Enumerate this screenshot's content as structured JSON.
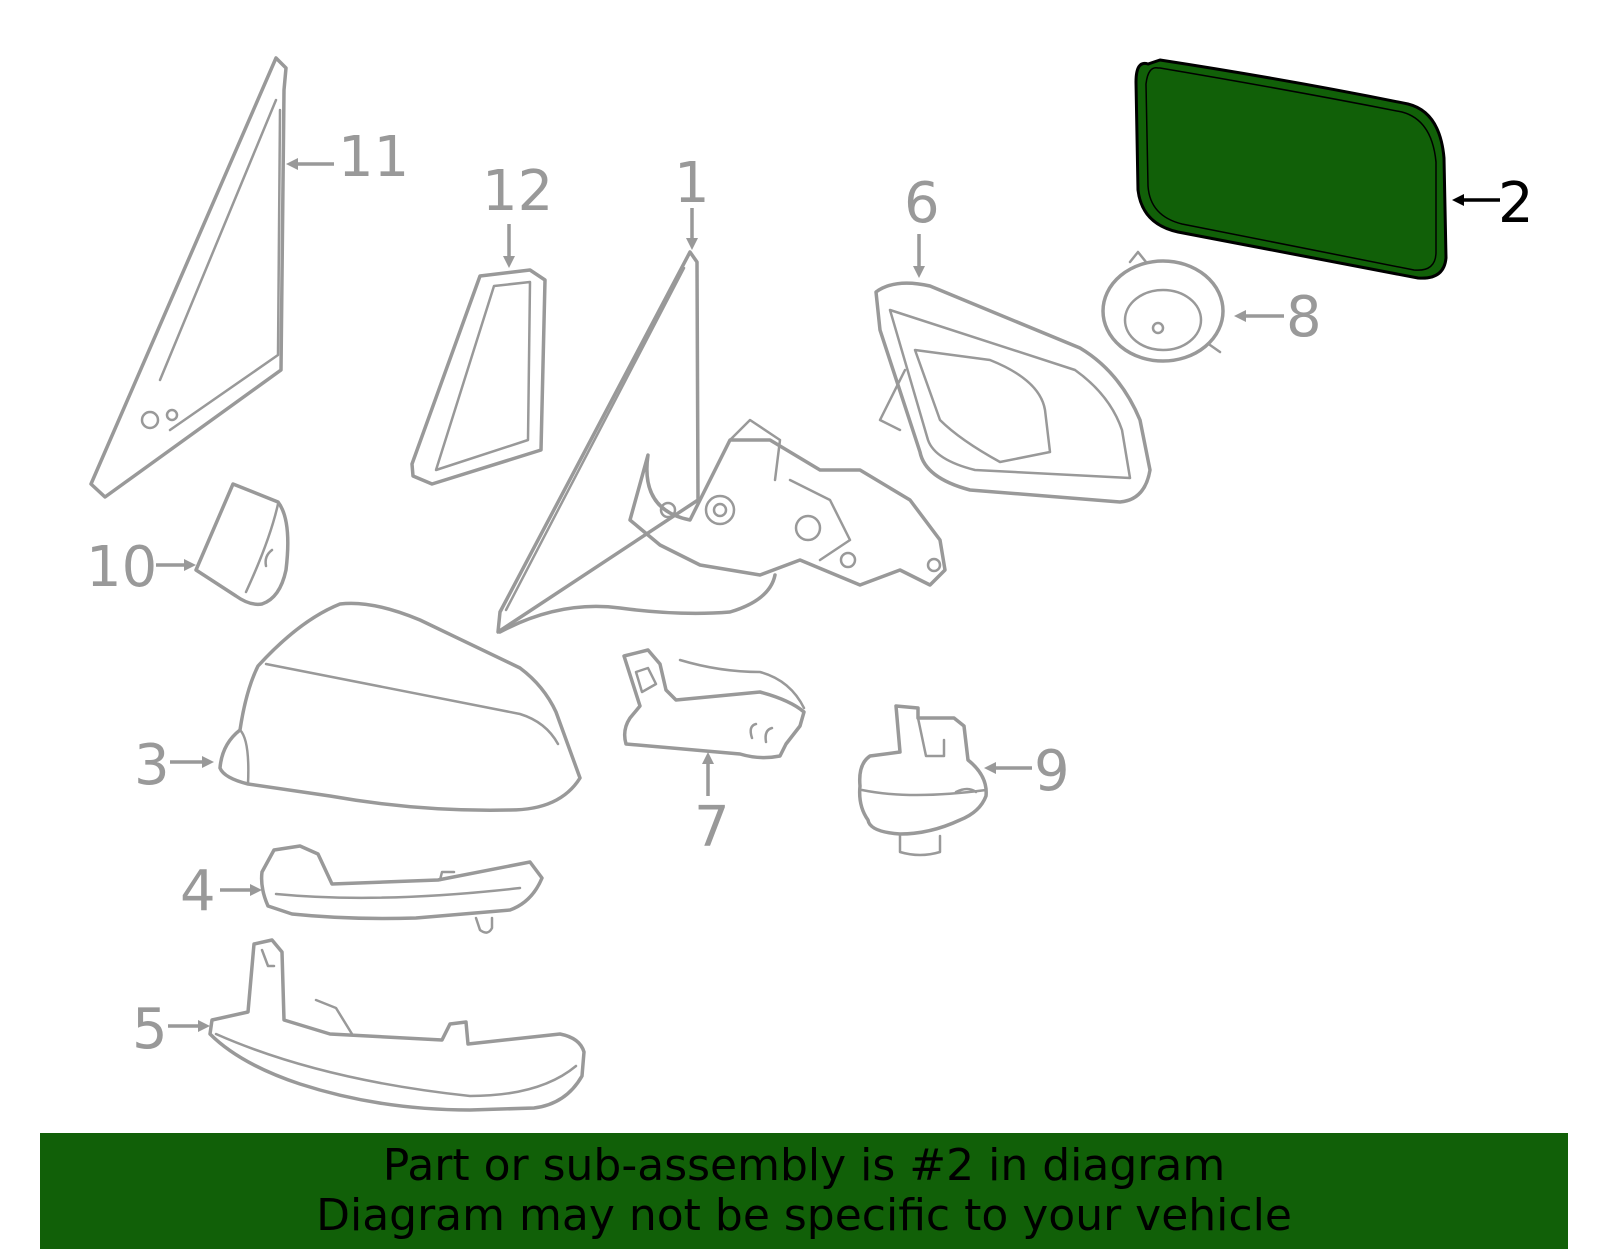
{
  "diagram": {
    "highlighted_part": "2",
    "highlight_color": "#116008",
    "part_color": "#999999",
    "callouts": {
      "p1": "1",
      "p2": "2",
      "p3": "3",
      "p4": "4",
      "p5": "5",
      "p6": "6",
      "p7": "7",
      "p8": "8",
      "p9": "9",
      "p10": "10",
      "p11": "11",
      "p12": "12"
    }
  },
  "banner": {
    "line1": "Part or sub-assembly is #2 in diagram",
    "line2": "Diagram may not be specific to your vehicle",
    "background": "#116008"
  }
}
